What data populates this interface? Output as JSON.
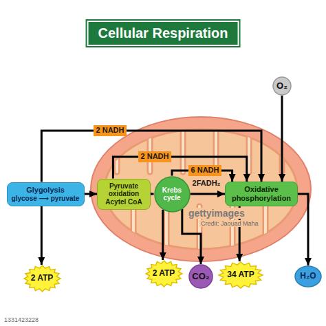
{
  "diagram": {
    "title": "Cellular Respiration",
    "nodes": [
      {
        "text": [
          "Glygolysis",
          "glycose ⟶ pyruvate"
        ]
      },
      {
        "text": [
          "Pyruvate oxidation",
          "Acytel CoA"
        ]
      },
      {
        "text": [
          "Krebs cycle"
        ]
      },
      {
        "text": [
          "O₂"
        ]
      },
      {
        "text": [
          "Oxidative phosphorylation"
        ]
      },
      {
        "text": [
          "2 ATP"
        ]
      },
      {
        "text": [
          "2 ATP"
        ]
      },
      {
        "text": [
          "CO₂"
        ]
      },
      {
        "text": [
          "34 ATP"
        ]
      },
      {
        "text": [
          "H₂O"
        ]
      }
    ],
    "edges": [
      {
        "from": 0,
        "to": 4,
        "label": "2 NADH",
        "arrow": "to"
      },
      {
        "from": 0,
        "to": 1,
        "arrow": "to"
      },
      {
        "from": 1,
        "to": 4,
        "label": "2 NADH",
        "arrow": "to"
      },
      {
        "from": 1,
        "to": 2,
        "arrow": "to"
      },
      {
        "from": 2,
        "to": 4,
        "label": "6 NADH",
        "arrow": "to"
      },
      {
        "from": 2,
        "to": 4,
        "label": "2FADH₂",
        "arrow": "to"
      },
      {
        "from": 3,
        "to": 4,
        "arrow": "to"
      },
      {
        "from": 0,
        "to": 5,
        "arrow": "to"
      },
      {
        "from": 2,
        "to": 6,
        "arrow": "to"
      },
      {
        "from": 2,
        "to": 7,
        "arrow": "to"
      },
      {
        "from": 4,
        "to": 8,
        "arrow": "to"
      },
      {
        "from": 4,
        "to": 9,
        "arrow": "to"
      }
    ],
    "labels": [
      "gettyimages",
      "Credit: Jaouad Maha",
      "1331423228"
    ]
  }
}
